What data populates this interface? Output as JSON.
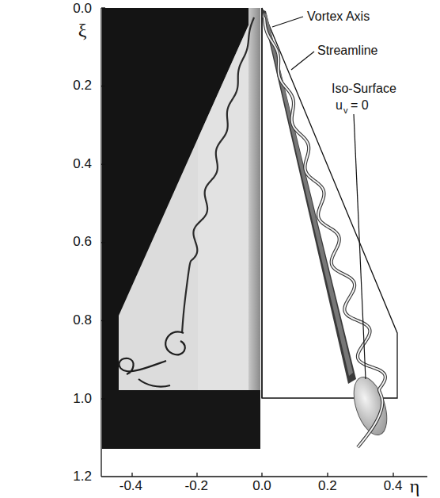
{
  "diagram": {
    "labels": [
      "0.0",
      "0.2",
      "0.4",
      "0.6",
      "0.8",
      "1.0",
      "1.2",
      "-0.4",
      "-0.2",
      "0.0",
      "0.2",
      "0.4",
      "ξ",
      "η",
      "Vortex Axis",
      "Streamline",
      "Iso-Surface",
      "u",
      "v",
      "= 0"
    ]
  }
}
